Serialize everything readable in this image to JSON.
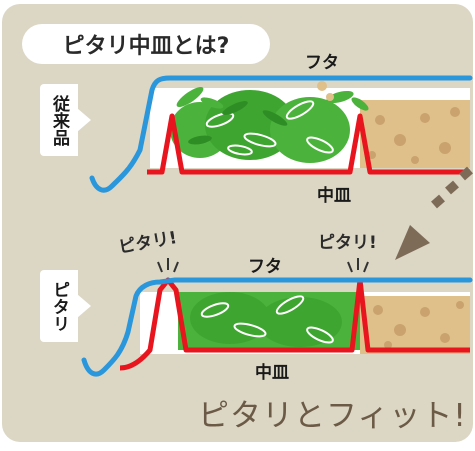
{
  "title": "ピタリ中皿とは?",
  "top_panel": {
    "side_label": "従来品",
    "lid_label": "フタ",
    "tray_label": "中皿"
  },
  "bottom_panel": {
    "side_label": "ピタリ",
    "lid_label": "フタ",
    "tray_label": "中皿",
    "fit_callouts": [
      "ピタリ!",
      "ピタリ!"
    ]
  },
  "slogan": "ピタリとフィット!",
  "colors": {
    "background": "#dcd6c4",
    "lid": "#2a96dc",
    "tray": "#e8141e",
    "vegetables": "#4bb33c",
    "food": "#dfc08b",
    "arrow": "#7d6b57",
    "slogan_text": "#6b5a45"
  }
}
